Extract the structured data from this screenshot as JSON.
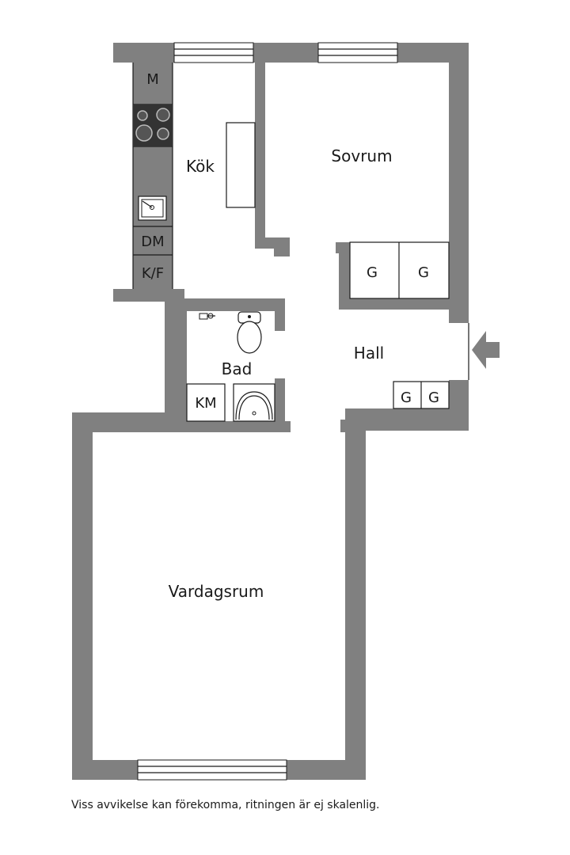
{
  "rooms": {
    "kitchen": "Kök",
    "bedroom": "Sovrum",
    "bathroom": "Bad",
    "hall": "Hall",
    "living": "Vardagsrum"
  },
  "fixtures": {
    "microwave": "M",
    "dishwasher": "DM",
    "fridge_freezer": "K/F",
    "washing_machine": "KM",
    "wardrobe": "G"
  },
  "footnote": "Viss avvikelse kan förekomma, ritningen är ej skalenlig.",
  "colors": {
    "wall": "#808080",
    "line": "#1a1a1a",
    "background": "#ffffff"
  }
}
